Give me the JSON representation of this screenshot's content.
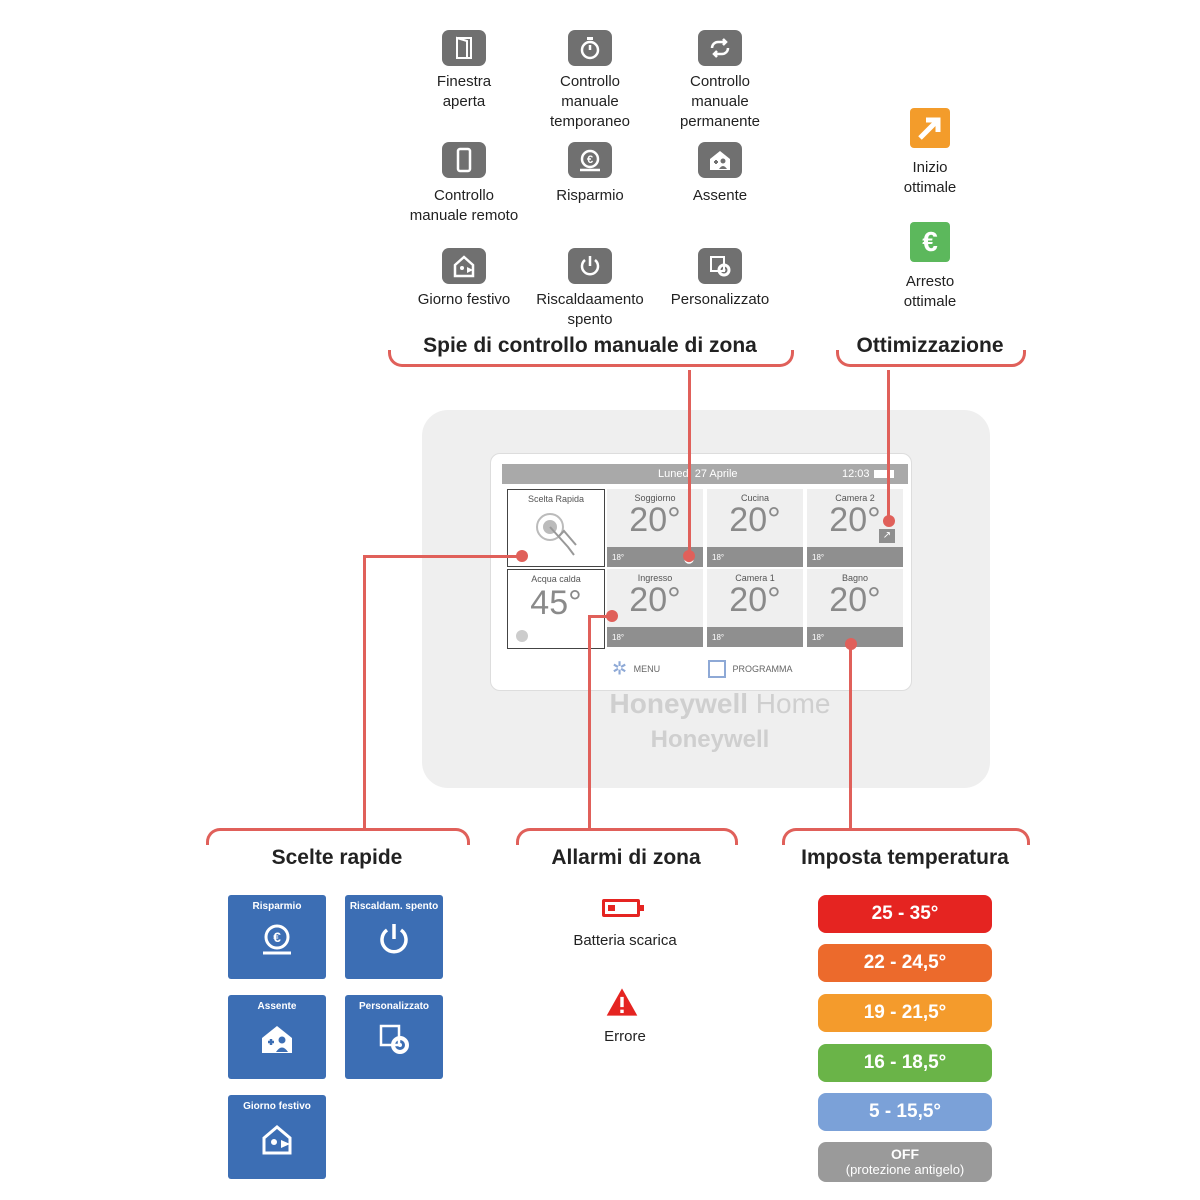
{
  "manual_control": {
    "heading": "Spie di controllo manuale di zona",
    "icons": [
      {
        "icon": "window-icon",
        "label_lines": [
          "Finestra",
          "aperta"
        ]
      },
      {
        "icon": "timer-icon",
        "label_lines": [
          "Controllo",
          "manuale",
          "temporaneo"
        ]
      },
      {
        "icon": "loop-icon",
        "label_lines": [
          "Controllo",
          "manuale",
          "permanente"
        ]
      },
      {
        "icon": "phone-icon",
        "label_lines": [
          "Controllo",
          "manuale remoto"
        ]
      },
      {
        "icon": "euro-saving-icon",
        "label_lines": [
          "Risparmio"
        ]
      },
      {
        "icon": "away-icon",
        "label_lines": [
          "Assente"
        ]
      },
      {
        "icon": "holiday-icon",
        "label_lines": [
          "Giorno festivo"
        ]
      },
      {
        "icon": "power-icon",
        "label_lines": [
          "Riscaldaamento",
          "spento"
        ]
      },
      {
        "icon": "custom-gear-icon",
        "label_lines": [
          "Personalizzato"
        ]
      }
    ]
  },
  "optimization": {
    "heading": "Ottimizzazione",
    "items": [
      {
        "icon": "arrow-up-right-icon",
        "color": "#f39c2b",
        "label_lines": [
          "Inizio",
          "ottimale"
        ]
      },
      {
        "icon": "euro-icon",
        "color": "#5cb85c",
        "label_lines": [
          "Arresto",
          "ottimale"
        ]
      }
    ]
  },
  "thermostat": {
    "status_date": "Lunedì 27 Aprile",
    "status_time": "12:03",
    "quick_tile_label": "Scelta Rapida",
    "hot_water": {
      "label": "Acqua calda",
      "temp": "45°"
    },
    "zones": [
      {
        "name": "Soggiorno",
        "temp": "20°",
        "setpoint": "18°"
      },
      {
        "name": "Cucina",
        "temp": "20°",
        "setpoint": "18°"
      },
      {
        "name": "Camera 2",
        "temp": "20°",
        "setpoint": "18°"
      },
      {
        "name": "Ingresso",
        "temp": "20°",
        "setpoint": "18°"
      },
      {
        "name": "Camera 1",
        "temp": "20°",
        "setpoint": "18°"
      },
      {
        "name": "Bagno",
        "temp": "20°",
        "setpoint": "18°"
      }
    ],
    "menu_label": "MENU",
    "program_label": "PROGRAMMA",
    "brand_honeywell": "Honeywell",
    "brand_home": "Home",
    "brand_sub": "Honeywell"
  },
  "quick_choices": {
    "heading": "Scelte rapide",
    "buttons": [
      {
        "label": "Risparmio",
        "icon": "euro-saving-icon"
      },
      {
        "label": "Riscaldam. spento",
        "icon": "power-icon"
      },
      {
        "label": "Assente",
        "icon": "away-icon"
      },
      {
        "label": "Personalizzato",
        "icon": "custom-gear-icon"
      },
      {
        "label": "Giorno festivo",
        "icon": "holiday-icon"
      }
    ],
    "color": "#3c6eb4"
  },
  "zone_alarms": {
    "heading": "Allarmi di zona",
    "items": [
      {
        "icon": "low-battery-icon",
        "label": "Batteria scarica"
      },
      {
        "icon": "error-triangle-icon",
        "label": "Errore"
      }
    ]
  },
  "temperature": {
    "heading": "Imposta temperatura",
    "ranges": [
      {
        "label": "25 - 35°",
        "color": "#e52421"
      },
      {
        "label": "22 - 24,5°",
        "color": "#ec6a2c"
      },
      {
        "label": "19 - 21,5°",
        "color": "#f49b2c"
      },
      {
        "label": "16 - 18,5°",
        "color": "#6ab448"
      },
      {
        "label": "5 - 15,5°",
        "color": "#7ba1d8"
      }
    ],
    "off": {
      "label": "OFF",
      "sub": "(protezione antigelo)",
      "color": "#9a9a9a"
    }
  }
}
